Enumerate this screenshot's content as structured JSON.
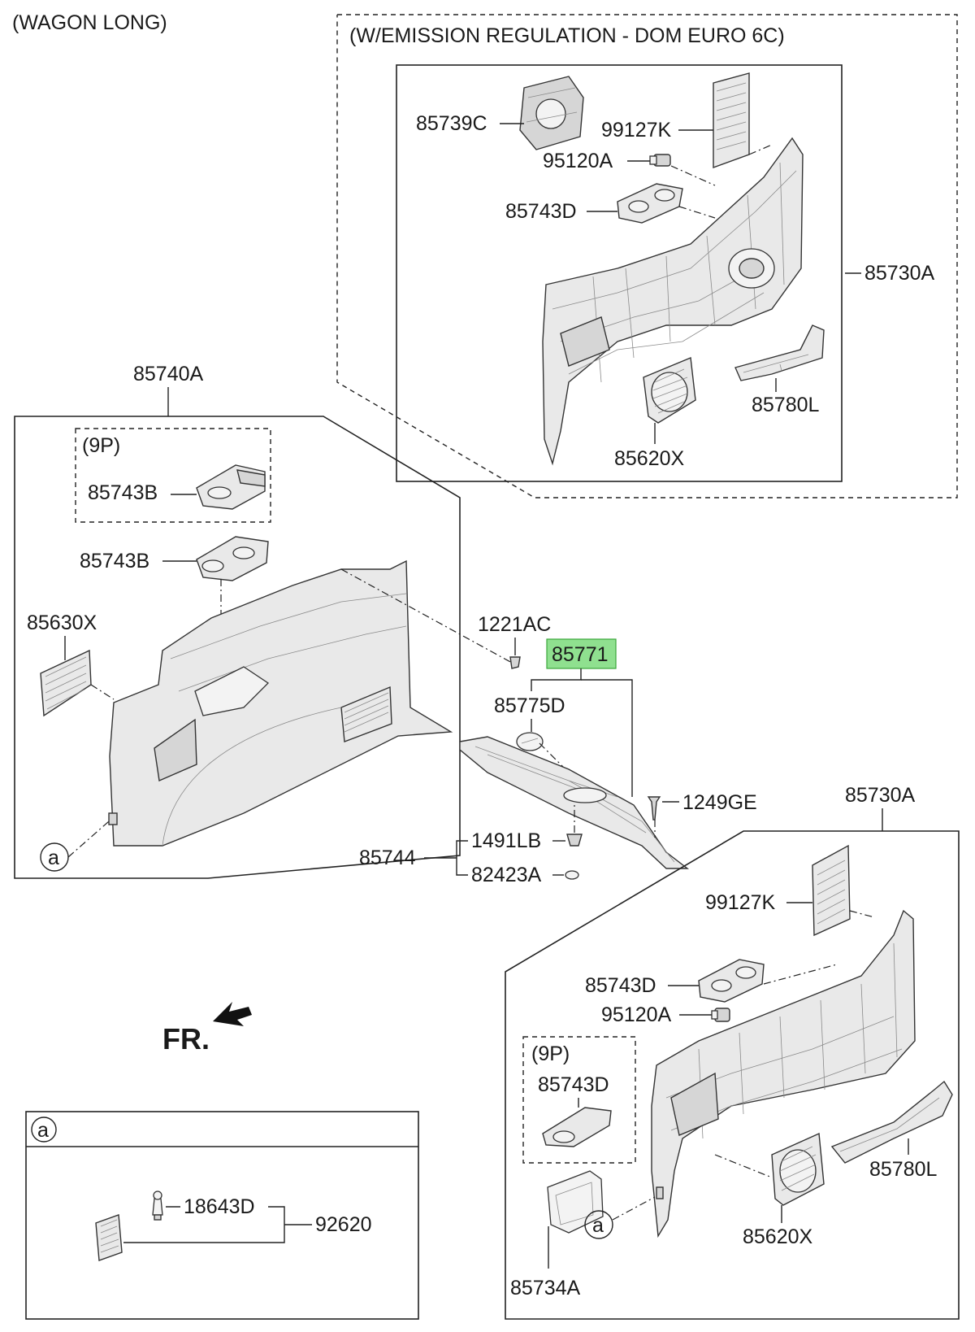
{
  "header": {
    "variant": "(WAGON LONG)",
    "emission_group": "(W/EMISSION REGULATION - DOM EURO 6C)"
  },
  "top_group": {
    "assembly": "85730A",
    "parts": [
      "85739C",
      "99127K",
      "95120A",
      "85743D",
      "85780L",
      "85620X"
    ]
  },
  "left_group": {
    "assembly": "85740A",
    "sub_box_label": "(9P)",
    "parts": [
      "85743B",
      "85743B",
      "85630X"
    ],
    "ref_marker": "a"
  },
  "center_group": {
    "highlighted_part": "85771",
    "parts": [
      "1221AC",
      "85775D",
      "1249GE",
      "85744",
      "1491LB",
      "82423A"
    ]
  },
  "bottom_group": {
    "assembly": "85730A",
    "sub_box_label": "(9P)",
    "parts": [
      "99127K",
      "85743D",
      "95120A",
      "85743D",
      "85780L",
      "85620X",
      "85734A"
    ],
    "ref_marker": "a"
  },
  "direction_label": "FR.",
  "detail_box": {
    "marker": "a",
    "parts": [
      "18643D",
      "92620"
    ]
  },
  "colors": {
    "highlight": "#8fe08f",
    "line": "#222222"
  }
}
